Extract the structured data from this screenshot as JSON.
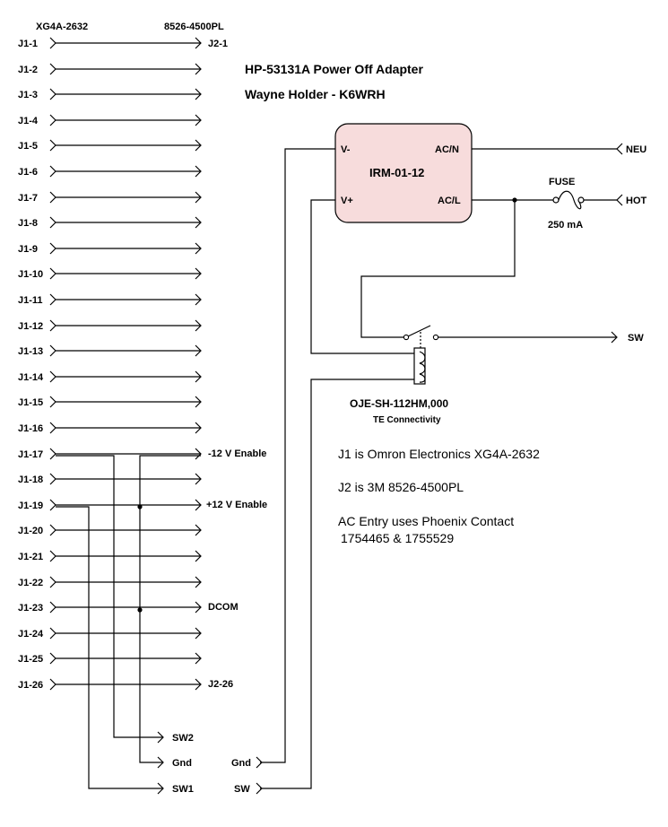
{
  "header": {
    "j1_part": "XG4A-2632",
    "j2_part": "8526-4500PL",
    "title": "HP-53131A Power Off Adapter",
    "author": "Wayne Holder - K6WRH"
  },
  "j1_pins": [
    "J1-1",
    "J1-2",
    "J1-3",
    "J1-4",
    "J1-5",
    "J1-6",
    "J1-7",
    "J1-8",
    "J1-9",
    "J1-10",
    "J1-11",
    "J1-12",
    "J1-13",
    "J1-14",
    "J1-15",
    "J1-16",
    "J1-17",
    "J1-18",
    "J1-19",
    "J1-20",
    "J1-21",
    "J1-22",
    "J1-23",
    "J1-24",
    "J1-25",
    "J1-26"
  ],
  "j2_labels": {
    "pin1": "J2-1",
    "pin17": "-12 V Enable",
    "pin19": "+12 V Enable",
    "pin23": "DCOM",
    "pin26": "J2-26"
  },
  "bottom_labels": {
    "sw2": "SW2",
    "gnd_left": "Gnd",
    "sw1": "SW1",
    "gnd_right": "Gnd",
    "sw_right": "SW"
  },
  "psu": {
    "name": "IRM-01-12",
    "v_minus": "V-",
    "v_plus": "V+",
    "ac_n": "AC/N",
    "ac_l": "AC/L"
  },
  "terminals": {
    "neu": "NEU",
    "hot": "HOT",
    "sw": "SW"
  },
  "fuse": {
    "label": "FUSE",
    "rating": "250 mA"
  },
  "relay": {
    "part": "OJE-SH-112HM,000",
    "maker": "TE Connectivity"
  },
  "notes": {
    "line1": "J1 is Omron Electronics XG4A-2632",
    "line2": "J2 is 3M 8526-4500PL",
    "line3a": "AC Entry uses Phoenix Contact",
    "line3b": "1754465 & 1755529"
  },
  "colors": {
    "psu_fill": "#f7dcdc",
    "wire": "#000000"
  }
}
